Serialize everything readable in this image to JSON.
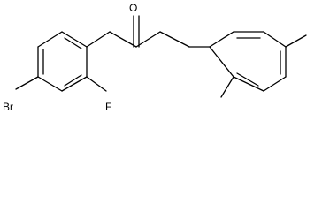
{
  "molecule": {
    "labels": {
      "oxygen": "O",
      "bromine": "Br",
      "fluorine": "F"
    },
    "colors": {
      "bond": "#000000",
      "text": "#000000",
      "background": "#ffffff"
    }
  }
}
